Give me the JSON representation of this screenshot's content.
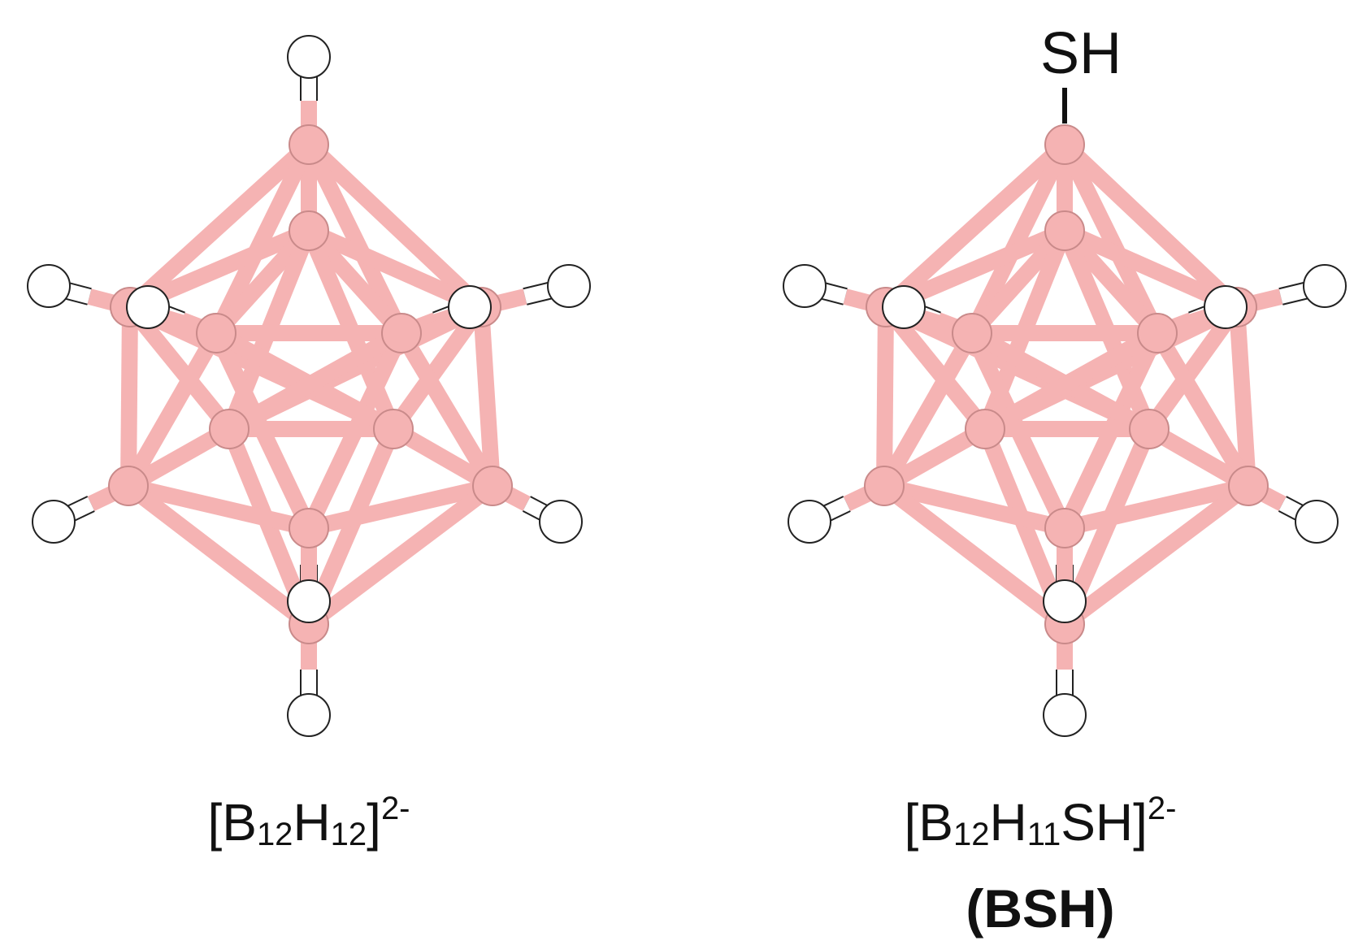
{
  "molecules": [
    {
      "formula": {
        "open": "[B",
        "b_count": "12",
        "h": "H",
        "h_count": "12",
        "close": "]",
        "charge": "2-"
      }
    },
    {
      "formula": {
        "open": "[B",
        "b_count": "12",
        "h": "H",
        "h_count": "11",
        "sh": "SH",
        "close": "]",
        "charge": "2-"
      },
      "abbreviation": "(BSH)",
      "substituent_label": "SH"
    }
  ],
  "colors": {
    "boron": "#f5b3b3",
    "boron_stroke": "#c98a8a",
    "hydrogen": "#ffffff",
    "outline": "#222222",
    "bond": "#f5b3b3",
    "sh_bond": "#111111"
  }
}
